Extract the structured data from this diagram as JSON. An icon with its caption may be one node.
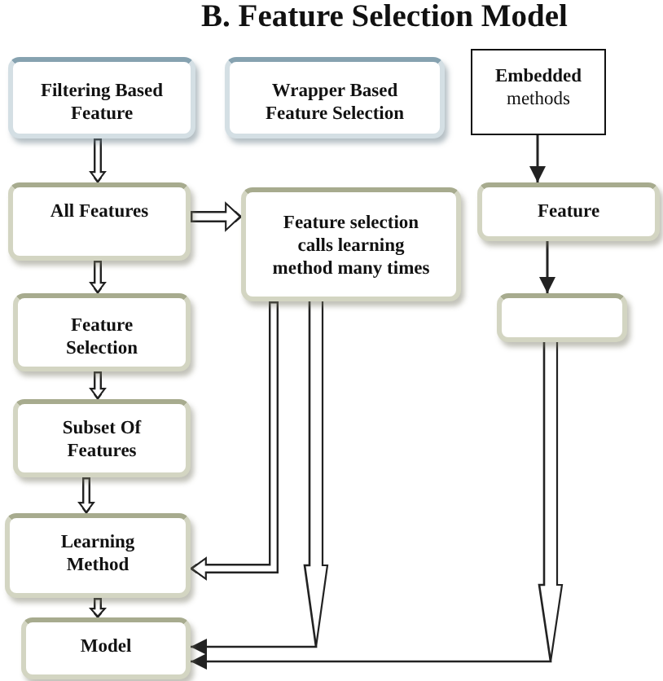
{
  "diagram": {
    "title": "B. Feature Selection Model",
    "nodes": [
      {
        "text": [
          "Filtering Based Feature"
        ]
      },
      {
        "text": [
          "Wrapper Based Feature Selection"
        ]
      },
      {
        "text": [
          "**Embedded** methods"
        ]
      },
      {
        "text": [
          "All Features"
        ]
      },
      {
        "text": [
          "Feature selection calls learning method many times"
        ]
      },
      {
        "text": [
          "Feature"
        ]
      },
      {
        "text": [],
        "shape": "box"
      },
      {
        "text": [
          "Feature Selection"
        ]
      },
      {
        "text": [
          "Subset Of Features"
        ]
      },
      {
        "text": [
          "Learning Method"
        ]
      },
      {
        "text": [
          "Model"
        ]
      }
    ],
    "edges": [
      {
        "from": 0,
        "to": 3,
        "arrow": "to"
      },
      {
        "from": 3,
        "to": 4,
        "arrow": "to"
      },
      {
        "from": 3,
        "to": 7,
        "arrow": "to"
      },
      {
        "from": 7,
        "to": 8,
        "arrow": "to"
      },
      {
        "from": 8,
        "to": 9,
        "arrow": "to"
      },
      {
        "from": 9,
        "to": 10,
        "arrow": "to"
      },
      {
        "from": 2,
        "to": 5,
        "arrow": "to"
      },
      {
        "from": 5,
        "to": 6,
        "arrow": "to"
      },
      {
        "from": 4,
        "to": 9,
        "arrow": "to"
      },
      {
        "from": 4,
        "to": 10,
        "arrow": "to"
      },
      {
        "from": 6,
        "to": 10,
        "arrow": "to"
      }
    ]
  }
}
